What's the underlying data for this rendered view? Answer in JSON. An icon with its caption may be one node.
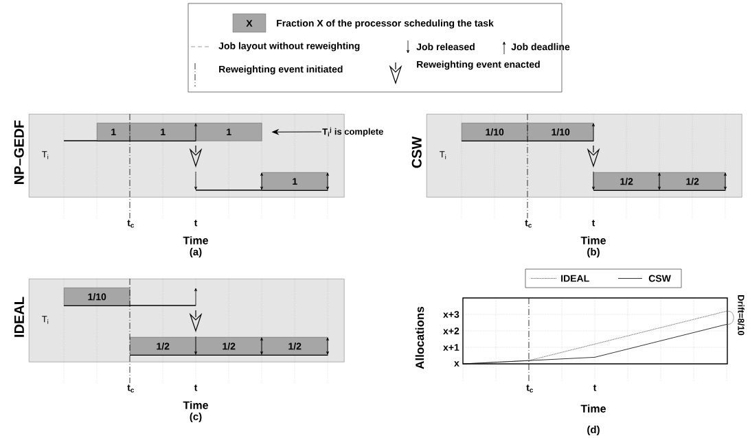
{
  "diagram": {
    "nodes": [
      {
        "text": [
          "NP–GEDF",
          "T$_{i}$"
        ]
      },
      {
        "text": [
          "1"
        ],
        "in": 0
      },
      {
        "text": [
          "1"
        ],
        "in": 0
      },
      {
        "text": [
          "1"
        ],
        "in": 0
      },
      {
        "text": [
          "1"
        ],
        "in": 0
      },
      {
        "text": [
          "T$_{i}$$^{j}$ is complete"
        ]
      },
      {
        "text": [
          "CSW",
          "T$_{i}$"
        ]
      },
      {
        "text": [
          "1/10"
        ],
        "in": 6
      },
      {
        "text": [
          "1/10"
        ],
        "in": 6
      },
      {
        "text": [
          "1/2"
        ],
        "in": 6
      },
      {
        "text": [
          "1/2"
        ],
        "in": 6
      },
      {
        "text": [
          "IDEAL",
          "T$_{i}$"
        ]
      },
      {
        "text": [
          "1/10"
        ],
        "in": 11
      },
      {
        "text": [
          "1/2"
        ],
        "in": 11
      },
      {
        "text": [
          "1/2"
        ],
        "in": 11
      },
      {
        "text": [
          "1/2"
        ],
        "in": 11
      }
    ],
    "edges": [
      {
        "from": 5,
        "to": 3,
        "arrow": "to"
      }
    ],
    "labels": [
      "X",
      "t$_{c}$",
      "t",
      "Time",
      "(a)",
      "t$_{c}$",
      "t",
      "Time",
      "(b)",
      "t$_{c}$",
      "t",
      "Time",
      "(c)",
      "Allocations",
      "x+3",
      "x+2",
      "x+1",
      "x",
      "Drift=8/10",
      "t$_{c}$",
      "t",
      "Time",
      "(d)"
    ],
    "legend": [
      {
        "text": "Fraction X of the processor scheduling the task",
        "color": "#a6a6a6"
      },
      {
        "text": "Job layout without reweighting"
      },
      {
        "text": "Job released"
      },
      {
        "text": "Job deadline"
      },
      {
        "text": "Reweighting event initiated"
      },
      {
        "text": "Reweighting event enacted"
      },
      {
        "text": "IDEAL"
      },
      {
        "text": "CSW"
      }
    ]
  }
}
